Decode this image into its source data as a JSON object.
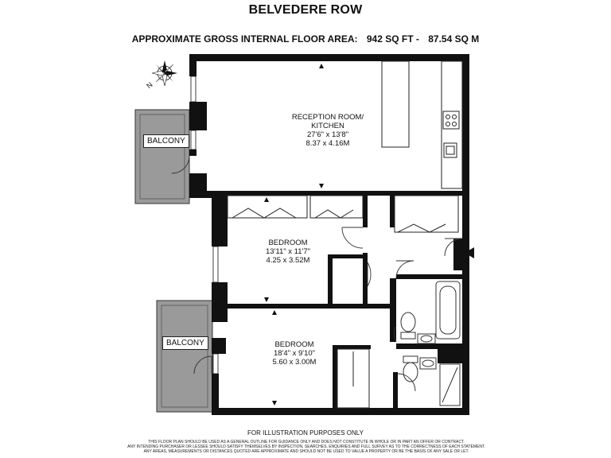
{
  "header": {
    "title": "BELVEDERE ROW",
    "area_label": "APPROXIMATE GROSS INTERNAL FLOOR AREA:",
    "area_sqft": "942 SQ FT",
    "area_sep": "-",
    "area_sqm": "87.54 SQ M"
  },
  "compass": {
    "label": "N"
  },
  "rooms": {
    "reception": {
      "name1": "RECEPTION ROOM/",
      "name2": "KITCHEN",
      "imperial": "27'6\" x 13'8\"",
      "metric": "8.37 x 4.16M"
    },
    "bedroom1": {
      "name": "BEDROOM",
      "imperial": "13'11\" x 11'7\"",
      "metric": "4.25 x 3.52M"
    },
    "bedroom2": {
      "name": "BEDROOM",
      "imperial": "18'4\" x 9'10\"",
      "metric": "5.60 x 3.00M"
    },
    "balcony1": {
      "name": "BALCONY"
    },
    "balcony2": {
      "name": "BALCONY"
    }
  },
  "footer": {
    "note": "FOR ILLUSTRATION PURPOSES ONLY",
    "disclaimer_1": "THIS FLOOR PLAN SHOULD BE USED AS A GENERAL OUTLINE FOR GUIDANCE ONLY AND DOES NOT CONSTITUTE IN WHOLE OR IN PART AN OFFER OR CONTRACT.",
    "disclaimer_2": "ANY INTENDING PURCHASER OR LESSEE SHOULD SATISFY THEMSELVES BY INSPECTION, SEARCHES, ENQUIRIES AND FULL SURVEY AS TO THE CORRECTNESS OF EACH STATEMENT.",
    "disclaimer_3": "ANY AREAS, MEASUREMENTS OR DISTANCES QUOTED ARE APPROXIMATE AND SHOULD NOT BE USED TO VALUE A PROPERTY OR BE THE BASIS OF ANY SALE OR LET."
  },
  "colors": {
    "wall": "#111111",
    "balcony_fill": "#9a9a9a",
    "fixture": "#444444"
  }
}
